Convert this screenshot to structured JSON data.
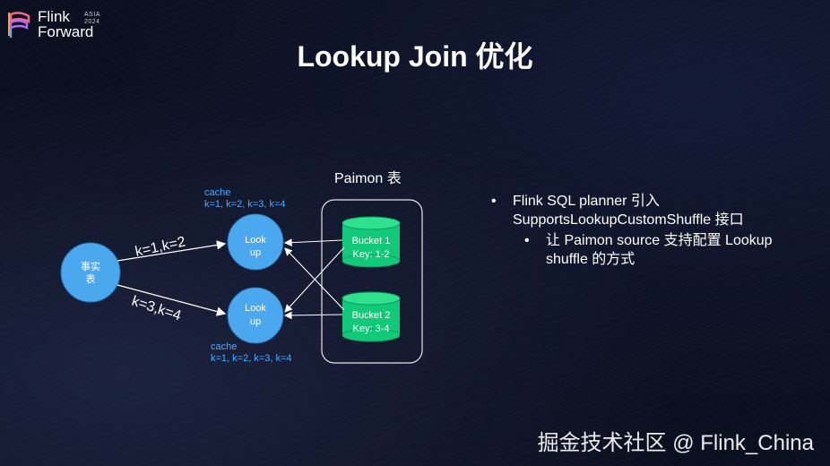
{
  "logo": {
    "line1": "Flink",
    "line2": "Forward",
    "tag1": "ASIA",
    "tag2": "2024"
  },
  "title": "Lookup Join 优化",
  "diagram": {
    "fact_table": [
      "事实",
      "表"
    ],
    "lookup1": [
      "Look",
      "up"
    ],
    "lookup2": [
      "Look",
      "up"
    ],
    "edge_top": "k=1,k=2",
    "edge_bottom": "k=3,k=4",
    "cache_top": {
      "label": "cache",
      "keys": "k=1, k=2, k=3, k=4"
    },
    "cache_bottom": {
      "label": "cache",
      "keys": "k=1, k=2, k=3, k=4"
    },
    "paimon_label": "Paimon 表",
    "bucket1": {
      "name": "Bucket 1",
      "keys": "Key: 1-2"
    },
    "bucket2": {
      "name": "Bucket 2",
      "keys": "Key: 3-4"
    }
  },
  "bullets": [
    {
      "text": "Flink SQL planner 引入 SupportsLookupCustomShuffle 接口",
      "sub": [
        "让 Paimon source 支持配置 Lookup shuffle 的方式"
      ]
    }
  ],
  "watermark": "掘金技术社区 @ Flink_China",
  "colors": {
    "node": "#4ba8ef",
    "bucket": "#12c97a",
    "cache_text": "#4ea8ff",
    "background": "#0b1020"
  }
}
